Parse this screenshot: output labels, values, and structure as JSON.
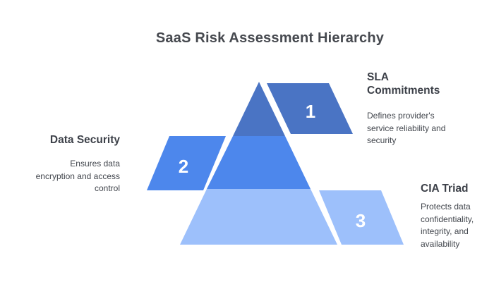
{
  "title": "SaaS Risk Assessment Hierarchy",
  "colors": {
    "level1": "#4a74c4",
    "level2": "#4d87ec",
    "level3": "#9dc0fb",
    "number_text": "#ffffff",
    "heading_text": "#3d4149",
    "body_text": "#42464d"
  },
  "levels": [
    {
      "number": "1",
      "name": "SLA Commitments",
      "description": "Defines provider's service reliability and security",
      "side": "right"
    },
    {
      "number": "2",
      "name": "Data Security",
      "description": "Ensures data encryption and access control",
      "side": "left"
    },
    {
      "number": "3",
      "name": "CIA Triad",
      "description": "Protects data confidentiality, integrity, and availability",
      "side": "right"
    }
  ]
}
